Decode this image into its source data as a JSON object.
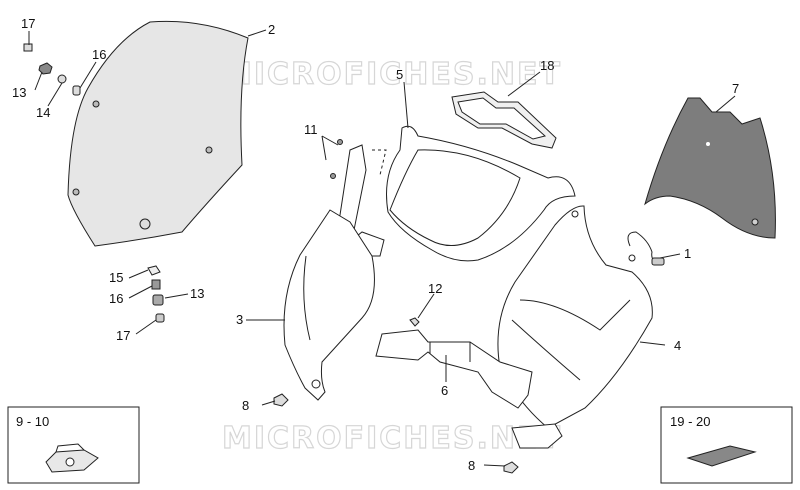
{
  "watermark": "MICROFICHES.NET",
  "callouts": {
    "c1": "1",
    "c2": "2",
    "c3": "3",
    "c4": "4",
    "c5": "5",
    "c6": "6",
    "c7": "7",
    "c8a": "8",
    "c8b": "8",
    "c11": "11",
    "c12": "12",
    "c13a": "13",
    "c13b": "13",
    "c14": "14",
    "c15": "15",
    "c16a": "16",
    "c16b": "16",
    "c17a": "17",
    "c17b": "17",
    "c18": "18"
  },
  "inset_left": {
    "label": "9 - 10"
  },
  "inset_right": {
    "label": "19 - 20"
  },
  "colors": {
    "windscreen": "#e6e6e6",
    "panel": "#7d7d7d",
    "line": "#222222",
    "fill": "#ffffff"
  }
}
